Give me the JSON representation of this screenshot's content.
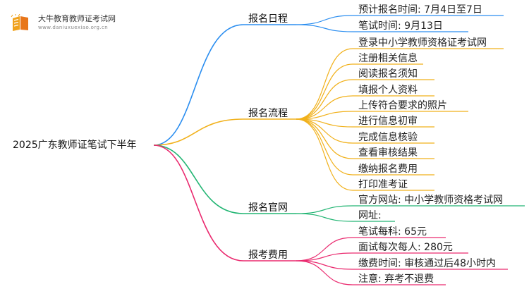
{
  "logo": {
    "name": "大牛教育教师证考试网",
    "url": "www.daniuxuexiao.org.cn"
  },
  "mindmap": {
    "root": "2025广东教师证笔试下半年",
    "branches": [
      {
        "label": "报名日程",
        "color": "#2b8ef0",
        "children": [
          "预计报名时间: 7月4日至7日",
          "笔试时间: 9月13日"
        ]
      },
      {
        "label": "报名流程",
        "color": "#f1b11b",
        "children": [
          "登录中小学教师资格证考试网",
          "注册相关信息",
          "阅读报名须知",
          "填报个人资料",
          "上传符合要求的照片",
          "进行信息初审",
          "完成信息核验",
          "查看审核结果",
          "缴纳报名费用",
          "打印准考证"
        ]
      },
      {
        "label": "报名官网",
        "color": "#22b573",
        "children": [
          "官方网站: 中小学教师资格考试网",
          "网址:"
        ]
      },
      {
        "label": "报考费用",
        "color": "#ea2a6f",
        "children": [
          "笔试每科: 65元",
          "面试每次每人: 280元",
          "缴费时间: 审核通过后48小时内",
          "注意: 弃考不退费"
        ]
      }
    ]
  }
}
